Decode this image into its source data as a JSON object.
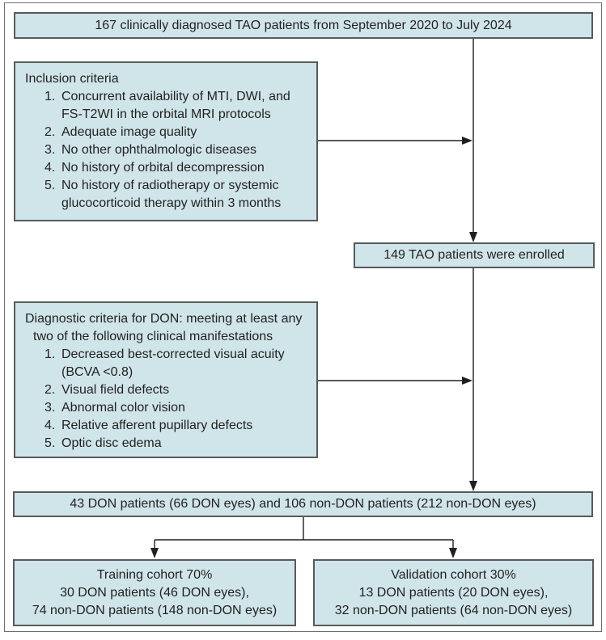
{
  "boxes": {
    "top": {
      "text": "167 clinically diagnosed TAO patients from September 2020 to July 2024"
    },
    "inclusion": {
      "title": "Inclusion criteria",
      "items": [
        {
          "num": "1.",
          "lines": [
            "Concurrent availability of MTI, DWI, and",
            "FS-T2WI in the orbital MRI protocols"
          ]
        },
        {
          "num": "2.",
          "lines": [
            "Adequate image quality"
          ]
        },
        {
          "num": "3.",
          "lines": [
            "No other ophthalmologic diseases"
          ]
        },
        {
          "num": "4.",
          "lines": [
            "No history of orbital decompression"
          ]
        },
        {
          "num": "5.",
          "lines": [
            "No history of radiotherapy or systemic",
            "glucocorticoid therapy within 3 months"
          ]
        }
      ]
    },
    "enrolled": {
      "text": "149 TAO patients were enrolled"
    },
    "diagnostic": {
      "title_lines": [
        "Diagnostic criteria for DON: meeting at least any",
        "two of the following clinical manifestations"
      ],
      "items": [
        {
          "num": "1.",
          "lines": [
            "Decreased best-corrected visual acuity",
            "(BCVA <0.8)"
          ]
        },
        {
          "num": "2.",
          "lines": [
            "Visual field defects"
          ]
        },
        {
          "num": "3.",
          "lines": [
            "Abnormal color vision"
          ]
        },
        {
          "num": "4.",
          "lines": [
            "Relative afferent pupillary defects"
          ]
        },
        {
          "num": "5.",
          "lines": [
            "Optic disc edema"
          ]
        }
      ]
    },
    "split": {
      "text": "43 DON patients (66 DON eyes) and 106 non-DON patients (212 non-DON eyes)"
    },
    "training": {
      "lines": [
        "Training cohort 70%",
        "30 DON patients (46 DON eyes),",
        "74 non-DON patients (148 non-DON eyes)"
      ]
    },
    "validation": {
      "lines": [
        "Validation cohort 30%",
        "13 DON patients (20 DON eyes),",
        "32 non-DON patients (64 non-DON eyes)"
      ]
    }
  },
  "colors": {
    "box_fill": "#cfe5ea",
    "box_border": "#58595b",
    "frame_border": "#6d6e70",
    "line_and_text": "#231f20",
    "background": "#ffffff"
  }
}
